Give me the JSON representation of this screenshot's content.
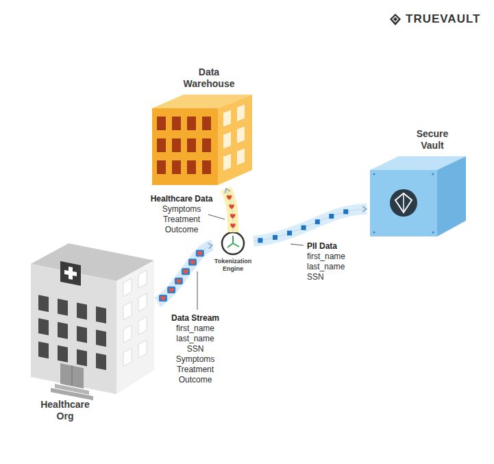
{
  "diagram": {
    "nodes": [
      {
        "text": [
          "Data Warehouse"
        ]
      },
      {
        "text": [
          "Secure Vault"
        ]
      },
      {
        "text": [
          "Tokenization Engine"
        ]
      },
      {
        "text": [
          "Healthcare Org"
        ]
      }
    ],
    "edges": [
      {
        "from": 3,
        "to": 2,
        "arrow": "to"
      },
      {
        "from": 2,
        "to": 0,
        "arrow": "to"
      },
      {
        "from": 2,
        "to": 1,
        "arrow": "to"
      }
    ],
    "labels": [
      "TRUEVAULT",
      "Healthcare Data",
      "Symptoms",
      "Treatment",
      "Outcome",
      "PII Data",
      "first_name",
      "last_name",
      "SSN",
      "Data Stream",
      "first_name",
      "last_name",
      "SSN",
      "Symptoms",
      "Treatment",
      "Outcome"
    ]
  }
}
